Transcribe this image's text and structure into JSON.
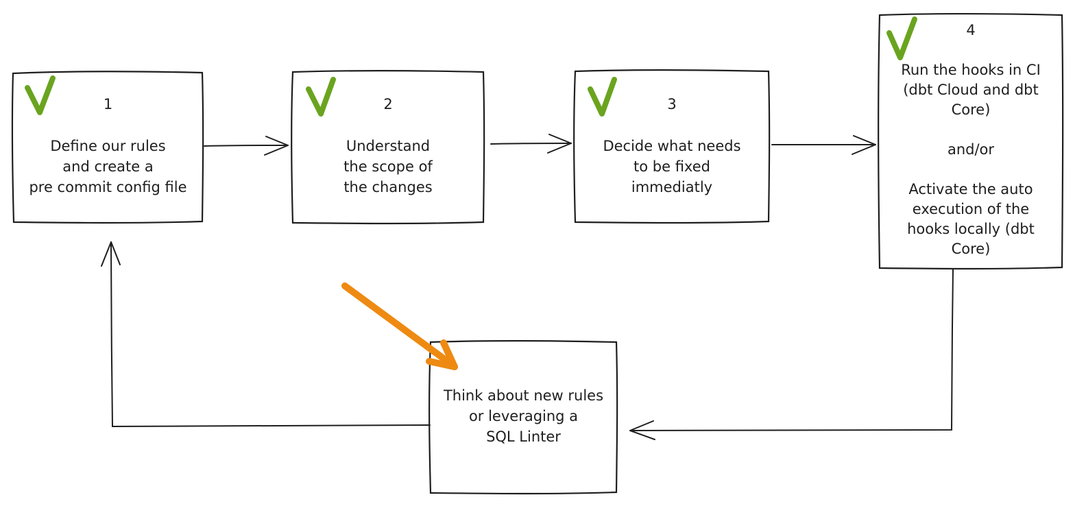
{
  "canvas": {
    "background": "#ffffff"
  },
  "colors": {
    "stroke": "#1e1e1e",
    "check_green": "#6aa41f",
    "arrow_orange": "#ee8a12"
  },
  "steps": [
    {
      "id": "step-1",
      "number": "1",
      "label": "Define our rules\nand create a\npre commit config file",
      "has_checkmark": true
    },
    {
      "id": "step-2",
      "number": "2",
      "label": "Understand\nthe scope of\nthe changes",
      "has_checkmark": true
    },
    {
      "id": "step-3",
      "number": "3",
      "label": "Decide what needs\nto be fixed\nimmediatly",
      "has_checkmark": true
    },
    {
      "id": "step-4",
      "number": "4",
      "label": "Run the hooks in CI\n(dbt Cloud and dbt\nCore)\n\nand/or\n\nActivate the auto\nexecution of the\nhooks locally (dbt\nCore)",
      "has_checkmark": true
    },
    {
      "id": "loop-box",
      "number": "",
      "label": "Think about new rules\nor leveraging a\nSQL Linter",
      "has_checkmark": false
    }
  ],
  "connections": [
    {
      "from": "step-1",
      "to": "step-2",
      "style": "thin-black"
    },
    {
      "from": "step-2",
      "to": "step-3",
      "style": "thin-black"
    },
    {
      "from": "step-3",
      "to": "step-4",
      "style": "thin-black"
    },
    {
      "from": "step-4",
      "to": "loop-box",
      "style": "thin-black-elbow"
    },
    {
      "from": "loop-box",
      "to": "step-1",
      "style": "thin-black-elbow"
    },
    {
      "from": "annotation",
      "to": "loop-box",
      "style": "thick-orange",
      "color": "#ee8a12"
    }
  ]
}
